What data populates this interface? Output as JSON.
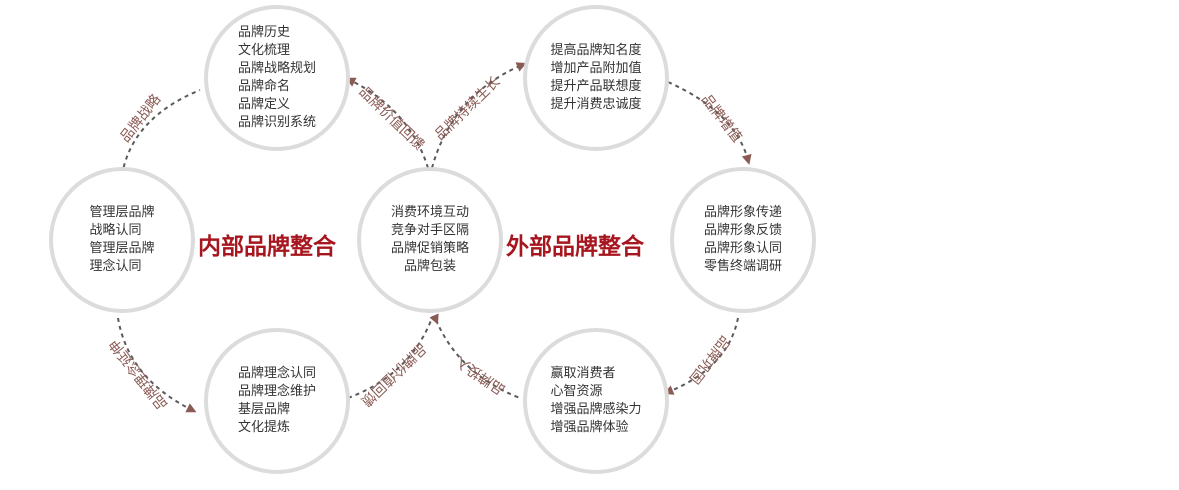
{
  "colors": {
    "accent": "#a7161e",
    "arc": "#5a5a5a",
    "arc_label": "#8a5a54",
    "circle_border": "#dcdcdc"
  },
  "titles": {
    "internal": "内部品牌整合",
    "external": "外部品牌整合"
  },
  "nodes": {
    "top_left": {
      "lines": [
        "品牌历史",
        "文化梳理",
        "品牌战略规划",
        "品牌命名",
        "品牌定义",
        "品牌识别系统"
      ]
    },
    "mid_left": {
      "lines": [
        "管理层品牌",
        "战略认同",
        "管理层品牌",
        "理念认同"
      ]
    },
    "center": {
      "lines": [
        "消费环境互动",
        "竞争对手区隔",
        "品牌促销策略",
        "品牌包装"
      ]
    },
    "bottom_left": {
      "lines": [
        "品牌理念认同",
        "品牌理念维护",
        "基层品牌",
        "文化提炼"
      ]
    },
    "top_right": {
      "lines": [
        "提高品牌知名度",
        "增加产品附加值",
        "提升产品联想度",
        "提升消费忠诚度"
      ]
    },
    "mid_right": {
      "lines": [
        "品牌形象传递",
        "品牌形象反馈",
        "品牌形象认同",
        "零售终端调研"
      ]
    },
    "bottom_right": {
      "lines": [
        "赢取消费者",
        "心智资源",
        "增强品牌感染力",
        "增强品牌体验"
      ]
    }
  },
  "arc_labels": {
    "brand_strategy": "品牌战略",
    "value_return_top": "品牌价值回馈",
    "sustained_growth": "品牌持续生长",
    "brand_appreciation": "品牌增值",
    "brand_concept_extension": "品牌理念延伸",
    "value_return_bottom": "品牌价值回馈",
    "brand_input": "品牌投入",
    "brand_consolidation": "品牌巩固"
  }
}
